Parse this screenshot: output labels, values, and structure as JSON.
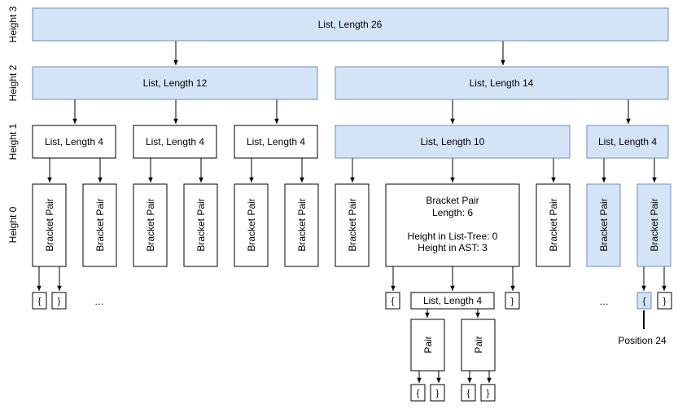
{
  "height_labels": [
    "Height 3",
    "Height 2",
    "Height 1",
    "Height 0"
  ],
  "nodes": {
    "list26": "List, Length 26",
    "list12": "List, Length 12",
    "list14": "List, Length 14",
    "list4": "List, Length 4",
    "list10": "List, Length 10",
    "bracket_pair": "Bracket Pair",
    "pair": "Pair",
    "open_brace": "{",
    "close_brace": "}",
    "ellipsis": "…",
    "center_pair": {
      "line1": "Bracket Pair",
      "line2": "Length: 6",
      "line3": "Height in List-Tree: 0",
      "line4": "Height in AST: 3"
    },
    "position_label": "Position 24"
  },
  "colors": {
    "highlight_fill": "#d4e4f7",
    "highlight_stroke": "#6c8ebf",
    "stroke": "#000000"
  }
}
